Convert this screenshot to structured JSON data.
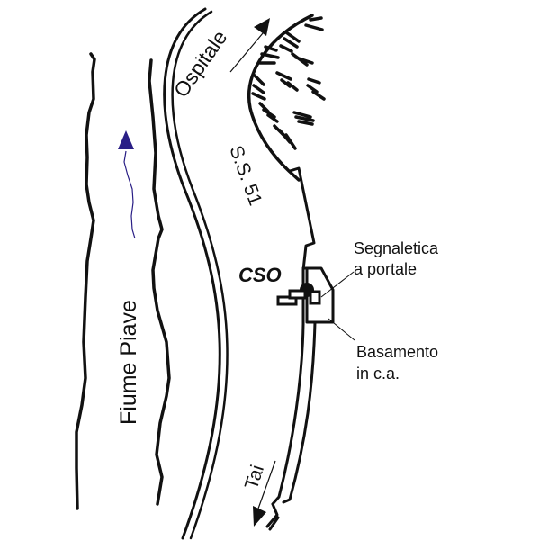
{
  "labels": {
    "river": "Fiume Piave",
    "road": "S.S. 51",
    "direction_north": "Ospitale",
    "direction_south": "Tai",
    "site": "CSO",
    "sign": "Segnaletica a portale",
    "sign_line1": "Segnaletica",
    "sign_line2": "a portale",
    "base": "Basamento in c.a.",
    "base_line1": "Basamento",
    "base_line2": "in c.a."
  },
  "colors": {
    "ink": "#111111",
    "flow_arrow": "#2a1f86"
  },
  "icons": {
    "river_flow": "flow-arrow-icon",
    "direction_north": "arrow-up-right-icon",
    "direction_south": "arrow-down-left-icon",
    "cliff": "rock-hatching",
    "site_marker": "filled-circle-marker"
  }
}
